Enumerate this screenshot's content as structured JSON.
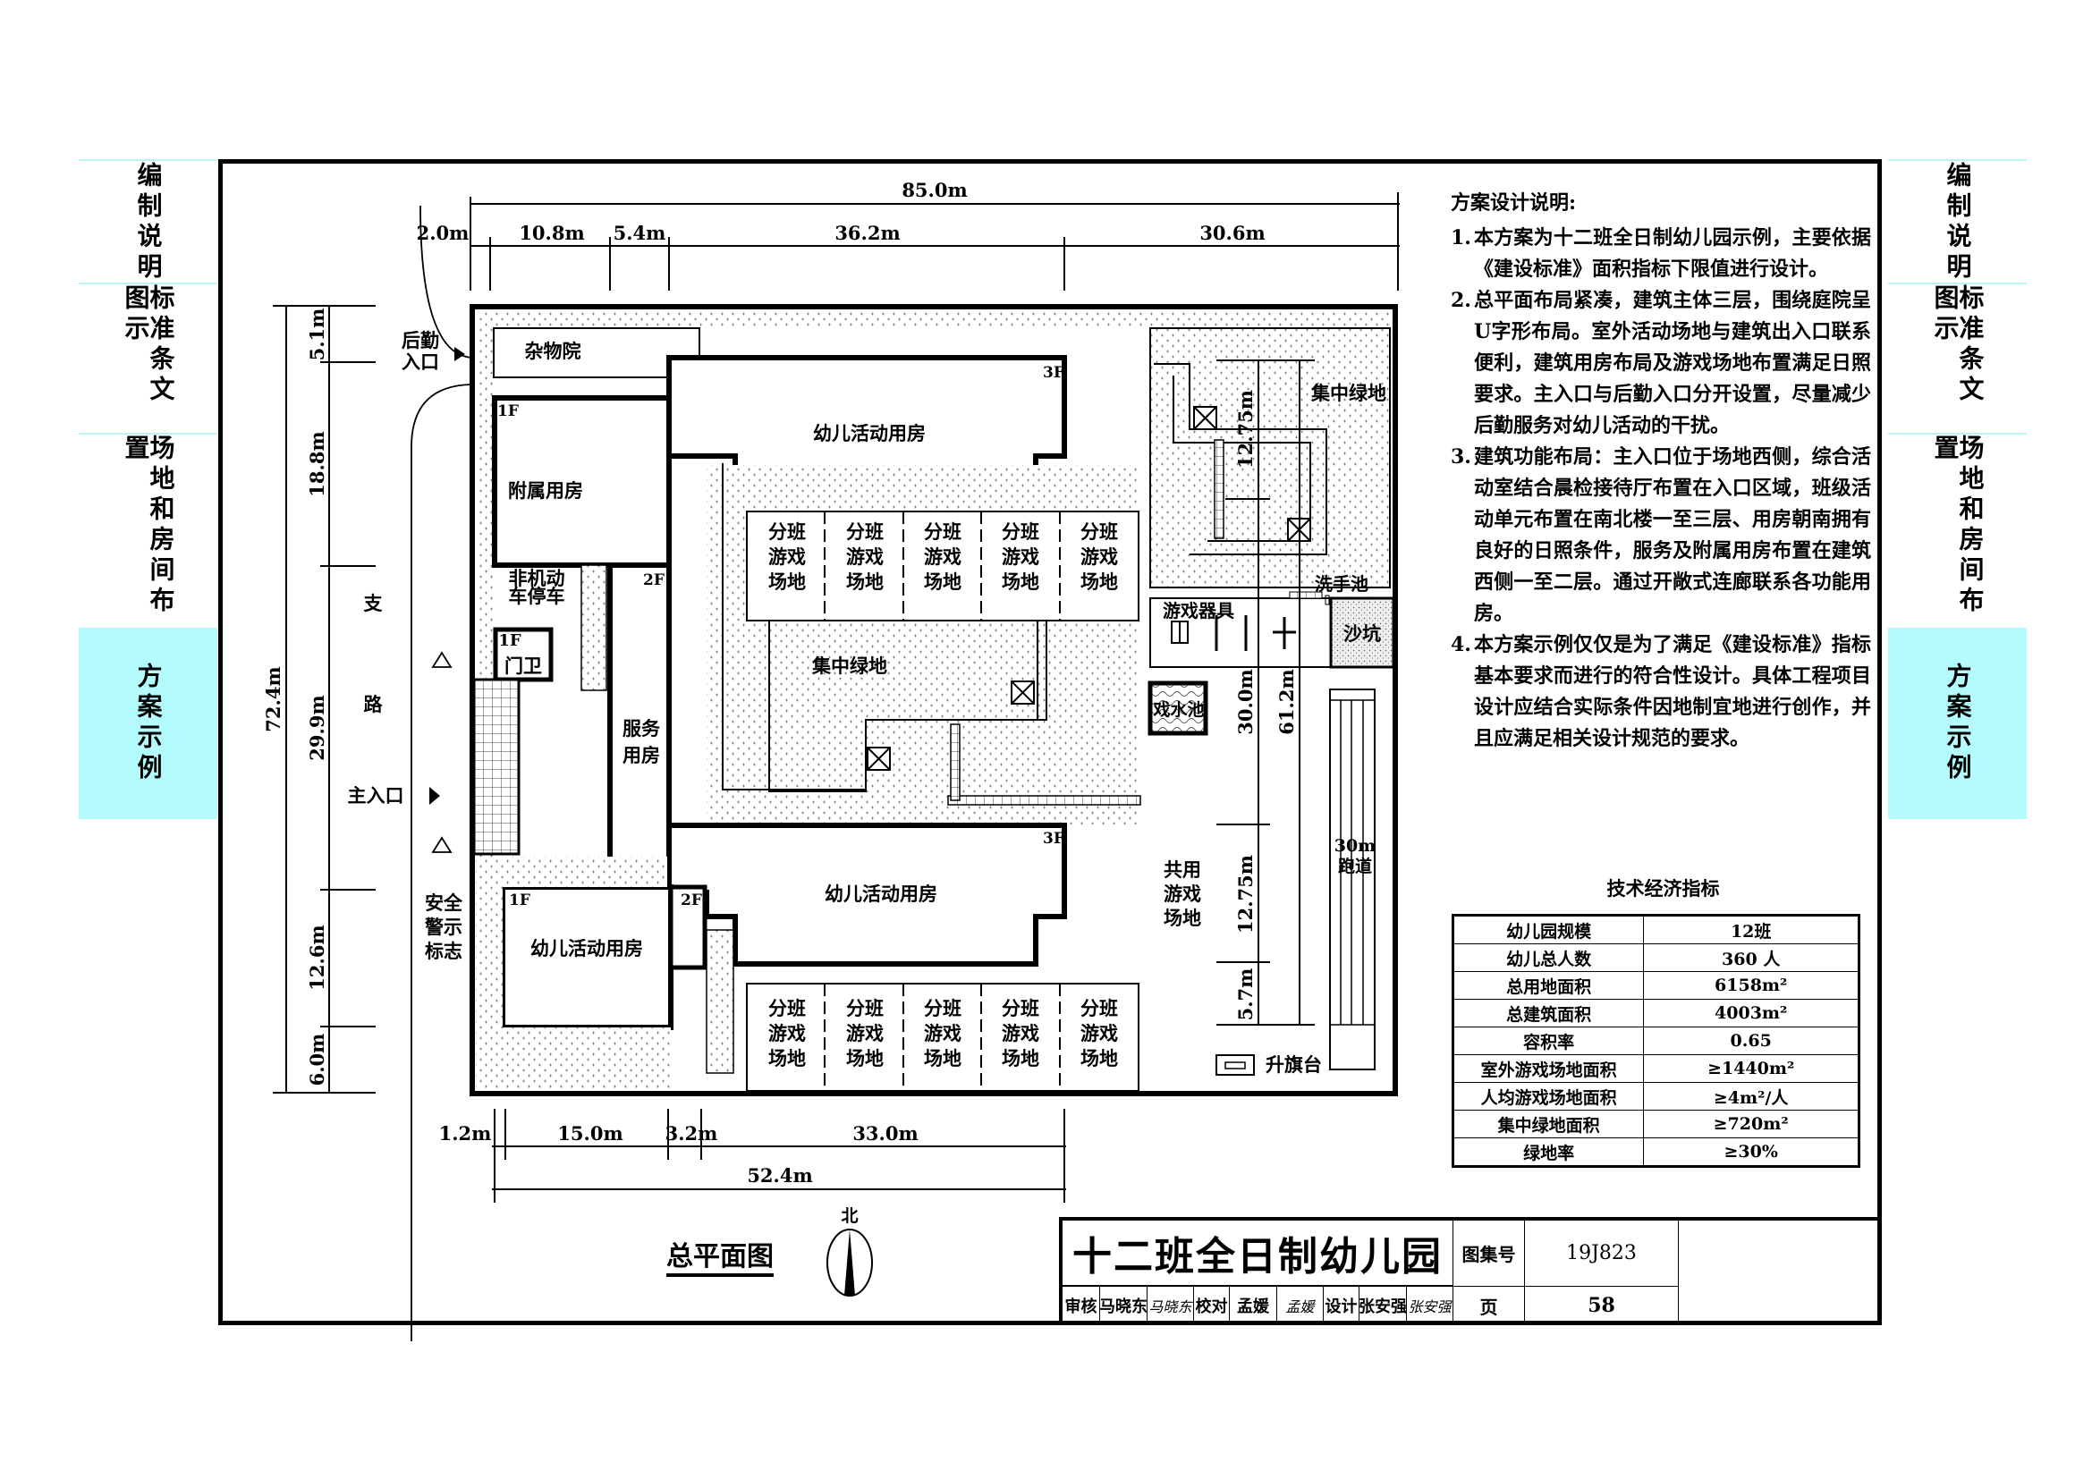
{
  "side_tabs": [
    {
      "label": "编制说明",
      "active": false
    },
    {
      "label": "标准条文图示",
      "active": false
    },
    {
      "label": "场地和房间布置",
      "active": false
    },
    {
      "label": "方案示例",
      "active": true
    }
  ],
  "plan": {
    "title": "总平面图",
    "north_label": "北",
    "dimensions": {
      "top_total": "85.0m",
      "top_segments": [
        "2.0m",
        "10.8m",
        "5.4m",
        "36.2m",
        "30.6m"
      ],
      "left_total": "72.4m",
      "left_segments": [
        "5.1m",
        "18.8m",
        "29.9m",
        "12.6m",
        "6.0m"
      ],
      "bottom_segments": [
        "1.2m",
        "15.0m",
        "3.2m",
        "33.0m"
      ],
      "bottom_total": "52.4m",
      "right_inner": [
        "12.75m",
        "30.0m",
        "12.75m",
        "5.7m"
      ],
      "right_total": "61.2m"
    },
    "labels": {
      "service_entrance": "后勤入口",
      "service_entrance_l1": "后勤",
      "service_entrance_l2": "入口",
      "sundries_yard": "杂物院",
      "annex_rooms": "附属用房",
      "bike_parking_l1": "非机动",
      "bike_parking_l2": "车停车",
      "guard_floor": "1F",
      "guard_room": "门卫",
      "road_l1": "支",
      "road_l2": "路",
      "main_entrance": "主入口",
      "service_rooms_l1": "服务",
      "service_rooms_l2": "用房",
      "safety_sign_l1": "安全",
      "safety_sign_l2": "警示",
      "safety_sign_l3": "标志",
      "child_rooms": "幼儿活动用房",
      "class_play_l1": "分班",
      "class_play_l2": "游戏",
      "class_play_l3": "场地",
      "central_green": "集中绿地",
      "play_equipment": "游戏器具",
      "hand_wash": "洗手池",
      "sandpit": "沙坑",
      "water_pool": "戏水池",
      "shared_play_l1": "共用",
      "shared_play_l2": "游戏",
      "shared_play_l3": "场地",
      "track_l1": "30m",
      "track_l2": "跑道",
      "flag_platform": "升旗台",
      "floor_1f": "1F",
      "floor_2f": "2F",
      "floor_3f": "3F"
    }
  },
  "notes": {
    "title": "方案设计说明:",
    "items": [
      {
        "num": "1.",
        "text": "本方案为十二班全日制幼儿园示例，主要依据《建设标准》面积指标下限值进行设计。"
      },
      {
        "num": "2.",
        "text": "总平面布局紧凑，建筑主体三层，围绕庭院呈U字形布局。室外活动场地与建筑出入口联系便利，建筑用房布局及游戏场地布置满足日照要求。主入口与后勤入口分开设置，尽量减少后勤服务对幼儿活动的干扰。"
      },
      {
        "num": "3.",
        "text": "建筑功能布局：主入口位于场地西侧，综合活动室结合晨检接待厅布置在入口区域，班级活动单元布置在南北楼一至三层、用房朝南拥有良好的日照条件，服务及附属用房布置在建筑西侧一至二层。通过开敞式连廊联系各功能用房。"
      },
      {
        "num": "4.",
        "text": "本方案示例仅仅是为了满足《建设标准》指标基本要求而进行的符合性设计。具体工程项目设计应结合实际条件因地制宜地进行创作，并且应满足相关设计规范的要求。"
      }
    ]
  },
  "tech_indicators": {
    "title": "技术经济指标",
    "rows": [
      {
        "key": "幼儿园规模",
        "value": "12班"
      },
      {
        "key": "幼儿总人数",
        "value": "360 人"
      },
      {
        "key": "总用地面积",
        "value": "6158m²"
      },
      {
        "key": "总建筑面积",
        "value": "4003m²"
      },
      {
        "key": "容积率",
        "value": "0.65"
      },
      {
        "key": "室外游戏场地面积",
        "value": "≥1440m²"
      },
      {
        "key": "人均游戏场地面积",
        "value": "≥4m²/人"
      },
      {
        "key": "集中绿地面积",
        "value": "≥720m²"
      },
      {
        "key": "绿地率",
        "value": "≥30%"
      }
    ]
  },
  "title_block": {
    "drawing_title": "十二班全日制幼儿园",
    "atlas_label": "图集号",
    "atlas_no": "19J823",
    "review_label": "审核",
    "reviewer": "马晓东",
    "reviewer_sig": "马晓东",
    "check_label": "校对",
    "checker": "孟媛",
    "checker_sig": "孟媛",
    "design_label": "设计",
    "designer": "张安强",
    "designer_sig": "张安强",
    "page_label": "页",
    "page_no": "58"
  },
  "colors": {
    "active_tab": "#b3fbfd",
    "separator": "#b9f3f5",
    "line": "#000000"
  }
}
